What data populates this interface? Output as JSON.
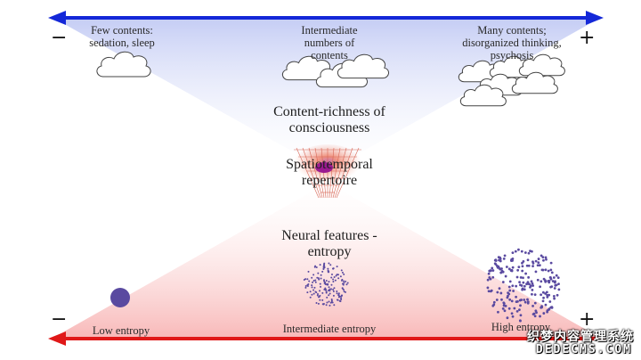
{
  "top_axis": {
    "color": "#1428d8",
    "minus_sign": "−",
    "plus_sign": "+",
    "labels": {
      "few": "Few contents:\nsedation, sleep",
      "intermediate": "Intermediate\nnumbers of\ncontents",
      "many": "Many contents;\ndisorganized thinking,\npsychosis"
    },
    "title": "Content-richness of\nconsciousness",
    "cloud_icon": "cloud-icon"
  },
  "center": {
    "label": "Spatiotemporal\nrepertoire",
    "icon": "mesh-network-icon"
  },
  "bottom_axis": {
    "color": "#e01818",
    "minus_sign": "−",
    "plus_sign": "+",
    "title": "Neural features -\nentropy",
    "labels": {
      "low": "Low entropy",
      "intermediate": "Intermediate entropy",
      "high": "High entropy"
    },
    "particle_icon": "particle-cluster-icon",
    "particle_color": "#5a4aa0"
  },
  "watermark": {
    "line1": "织梦内容管理系统",
    "line2": "DEDECMS.COM"
  }
}
